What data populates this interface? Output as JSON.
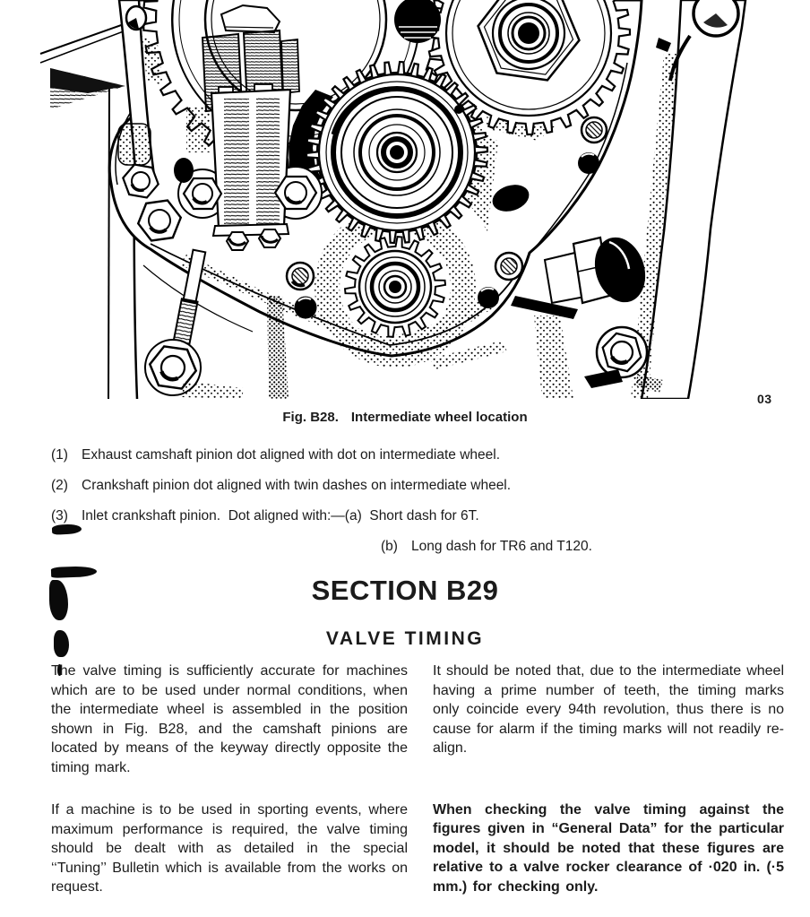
{
  "figure": {
    "page_mark": "03",
    "caption": {
      "label": "Fig. B28.",
      "title": "Intermediate wheel location"
    }
  },
  "legend": {
    "items": [
      {
        "num": "(1)",
        "text": "Exhaust camshaft pinion dot aligned with dot on intermediate wheel."
      },
      {
        "num": "(2)",
        "text": "Crankshaft pinion dot aligned with twin dashes on intermediate wheel."
      },
      {
        "num": "(3)",
        "text": "Inlet crankshaft pinion.  Dot aligned with:—(a)  Short dash for 6T."
      },
      {
        "num": "(b)",
        "text": "Long dash for TR6 and T120."
      }
    ]
  },
  "section": {
    "title": "SECTION B29",
    "subtitle": "VALVE TIMING"
  },
  "body": {
    "left": [
      "The valve timing is sufficiently accurate for machines which are to be used under normal conditions, when the intermediate wheel is assembled in the position shown in Fig. B28, and the camshaft pinions are located by means of the keyway directly opposite the timing mark.",
      "If a machine is to be used in sporting events, where maximum performance is required, the valve timing should be dealt with as detailed in the special ‘‘Tuning’’ Bulletin which is available from the works on request."
    ],
    "right": [
      "It should be noted that, due to the intermediate wheel having a prime number of teeth, the timing marks only coincide every 94th revolution, thus there is no cause for alarm if the timing marks will not readily re-align.",
      "When checking the valve timing against the figures given in “General Data” for the particular model, it should be noted that these figures are relative to a valve rocker clearance of ·020 in. (·5 mm.) for checking only."
    ]
  }
}
